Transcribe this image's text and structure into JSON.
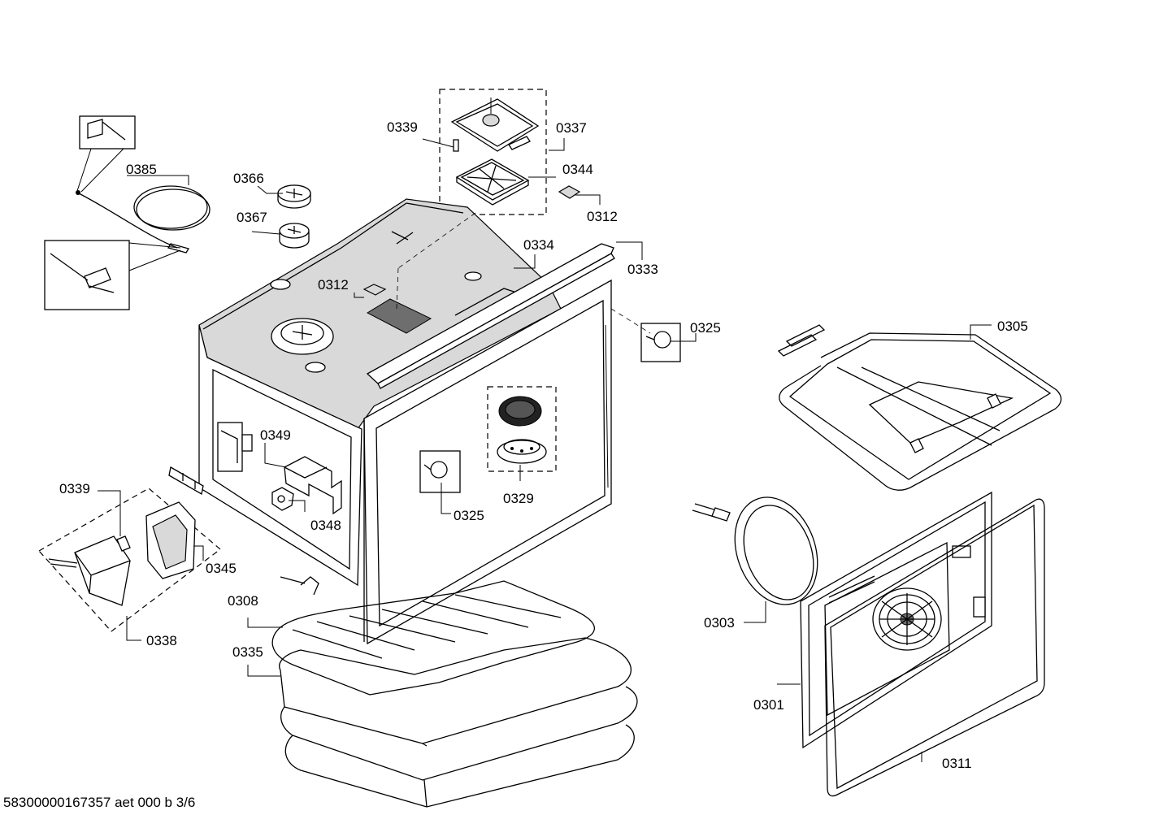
{
  "footer": {
    "document_code": "58300000167357 aet 000 b 3/6"
  },
  "callouts": {
    "c0385": "0385",
    "c0366": "0366",
    "c0367": "0367",
    "c0339_top": "0339",
    "c0337": "0337",
    "c0344": "0344",
    "c0312_right": "0312",
    "c0334": "0334",
    "c0333": "0333",
    "c0312_center": "0312",
    "c0325_right": "0325",
    "c0305": "0305",
    "c0349": "0349",
    "c0339_left": "0339",
    "c0345": "0345",
    "c0348": "0348",
    "c0325_center": "0325",
    "c0329": "0329",
    "c0338": "0338",
    "c0308": "0308",
    "c0335": "0335",
    "c0303": "0303",
    "c0301": "0301",
    "c0311": "0311"
  }
}
